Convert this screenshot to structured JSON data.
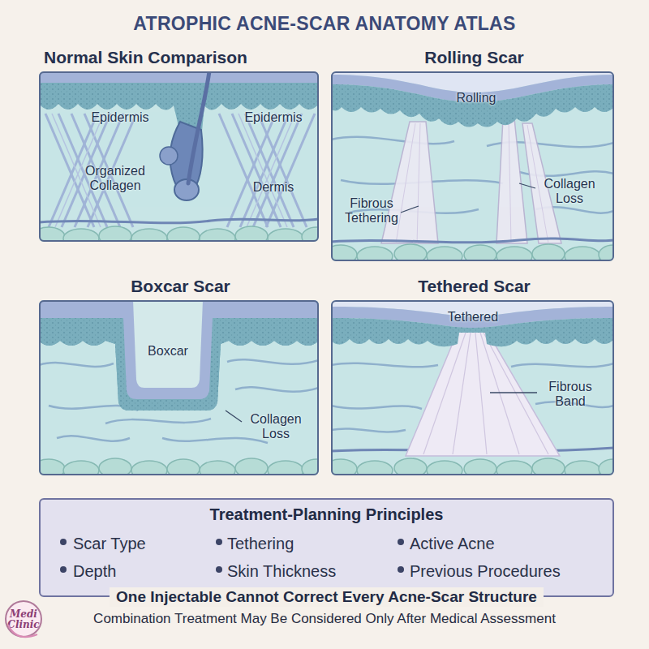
{
  "diagram": {
    "title": "ATROPHIC ACNE-SCAR ANATOMY ATLAS",
    "caption": "Combination Treatment May Be Considered Only After Medical Assessment",
    "nodes": [
      {
        "text": [
          "Normal Skin Comparison",
          "Epidermis",
          "Epidermis",
          "Organized Collagen",
          "Dermis"
        ]
      },
      {
        "text": [
          "Rolling Scar",
          "Rolling",
          "Fibrous Tethering",
          "Collagen Loss"
        ]
      },
      {
        "text": [
          "Boxcar Scar",
          "Boxcar",
          "Collagen Loss"
        ]
      },
      {
        "text": [
          "Tethered Scar",
          "Tethered",
          "Fibrous Band"
        ]
      },
      {
        "text": [
          "Treatment-Planning Principles",
          "Scar Type",
          "Tethering",
          "Active Acne",
          "Depth",
          "Skin Thickness",
          "Previous Procedures",
          "One Injectable Cannot Correct Every Acne-Scar Structure"
        ]
      },
      {
        "text": [
          "Medi Clinic"
        ]
      }
    ]
  }
}
